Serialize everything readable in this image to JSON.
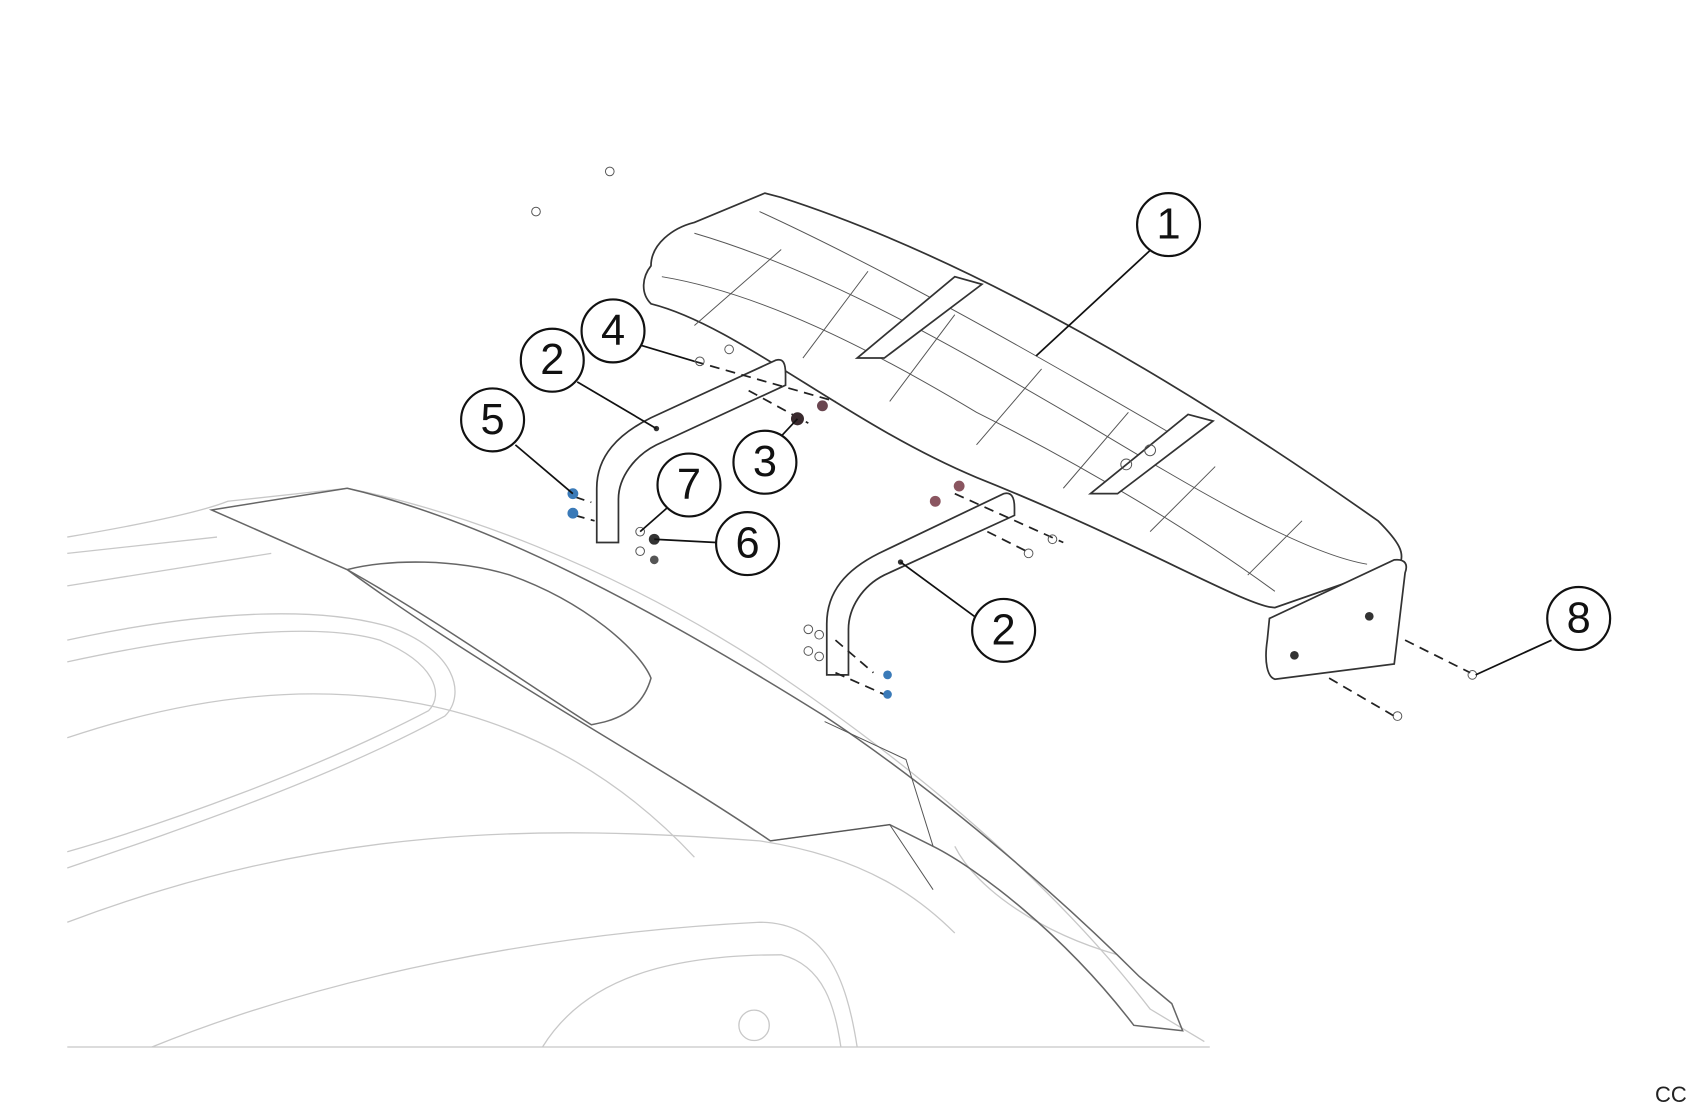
{
  "diagram": {
    "title": "Rear spoiler assembly exploded view",
    "callouts": [
      {
        "id": "callout-1",
        "label": "1",
        "part": "rear-spoiler-wing"
      },
      {
        "id": "callout-2a",
        "label": "2",
        "part": "left-mounting-bracket"
      },
      {
        "id": "callout-2b",
        "label": "2",
        "part": "right-mounting-bracket"
      },
      {
        "id": "callout-3",
        "label": "3",
        "part": "nut"
      },
      {
        "id": "callout-4",
        "label": "4",
        "part": "bolt"
      },
      {
        "id": "callout-5",
        "label": "5",
        "part": "screw"
      },
      {
        "id": "callout-6",
        "label": "6",
        "part": "nut"
      },
      {
        "id": "callout-7",
        "label": "7",
        "part": "washer"
      },
      {
        "id": "callout-8",
        "label": "8",
        "part": "endplate-screw"
      }
    ],
    "corner_code": "CC"
  }
}
